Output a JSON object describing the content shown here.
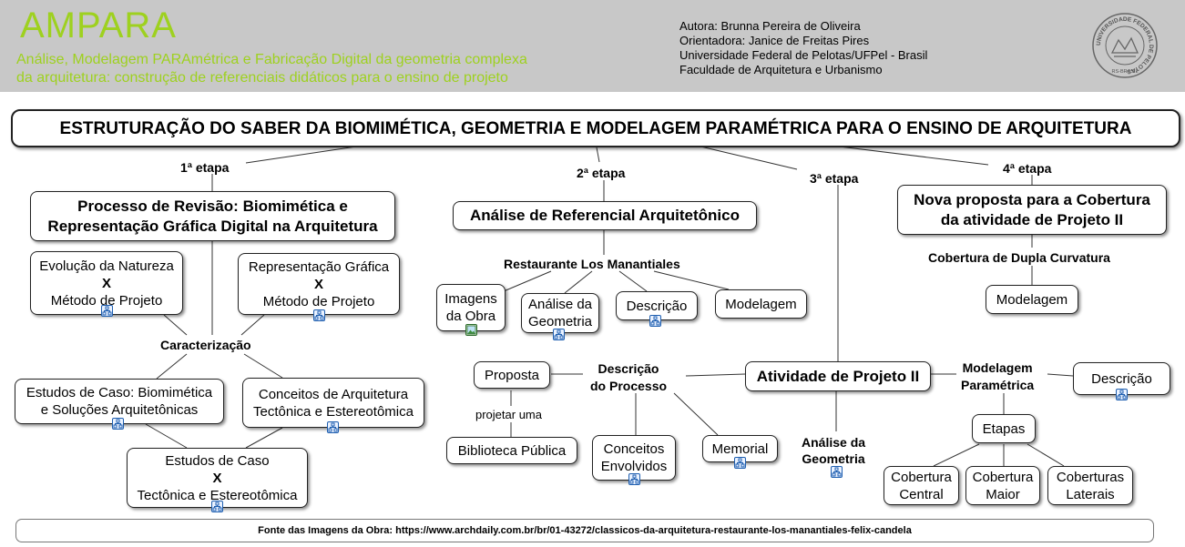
{
  "header": {
    "app_name": "AMPARA",
    "subtitle_line1": "Análise, Modelagem PARAmétrica e Fabricação Digital da geometria complexa",
    "subtitle_line2": "da arquitetura: construção de referenciais didáticos para o ensino de projeto",
    "credits": [
      "Autora: Brunna Pereira de Oliveira",
      "Orientadora: Janice de Freitas Pires",
      "Universidade Federal de Pelotas/UFPel - Brasil",
      "Faculdade de Arquitetura e Urbanismo"
    ],
    "logo_text": "UNIVERSIDADE FEDERAL DE PELOTAS",
    "logo_bottom": "RS-BRASIL"
  },
  "title": "ESTRUTURAÇÃO DO SABER DA BIOMIMÉTICA, GEOMETRIA E MODELAGEM PARAMÉTRICA PARA O ENSINO DE ARQUITETURA",
  "stages": {
    "s1": "1ª etapa",
    "s2": "2ª etapa",
    "s3": "3ª etapa",
    "s4": "4ª etapa"
  },
  "stage1": {
    "main": [
      "Processo de Revisão: Biomimética e",
      "Representação Gráfica Digital na Arquitetura"
    ],
    "evolucao": [
      "Evolução da Natureza",
      "X",
      "Método de Projeto"
    ],
    "representacao": [
      "Representação Gráfica",
      "X",
      "Método de Projeto"
    ],
    "caracterizacao": "Caracterização",
    "estudos_bio": [
      "Estudos de Caso: Biomimética",
      "e Soluções Arquitetônicas"
    ],
    "conceitos": [
      "Conceitos de Arquitetura",
      "Tectônica e Estereotômica"
    ],
    "estudos_tec": [
      "Estudos de Caso",
      "X",
      "Tectônica e Estereotômica"
    ]
  },
  "stage2": {
    "main": "Análise de Referencial Arquitetônico",
    "restaurante": "Restaurante Los Manantiales",
    "imagens": [
      "Imagens",
      "da Obra"
    ],
    "analise": [
      "Análise da",
      "Geometria"
    ],
    "descricao": "Descrição",
    "modelagem": "Modelagem"
  },
  "stage3": {
    "atividade": "Atividade de Projeto II",
    "descricao_processo": [
      "Descrição",
      "do Processo"
    ],
    "proposta": "Proposta",
    "projetar": "projetar uma",
    "biblioteca": "Biblioteca Pública",
    "conceitos": [
      "Conceitos",
      "Envolvidos"
    ],
    "memorial": "Memorial",
    "analise_geo": [
      "Análise da",
      "Geometria"
    ],
    "modelagem_param": [
      "Modelagem",
      "Paramétrica"
    ],
    "descricao": "Descrição",
    "etapas": "Etapas",
    "cob_central": [
      "Cobertura",
      "Central"
    ],
    "cob_maior": [
      "Cobertura",
      "Maior"
    ],
    "cob_laterais": [
      "Coberturas",
      "Laterais"
    ]
  },
  "stage4": {
    "main": [
      "Nova proposta para a Cobertura",
      "da atividade de Projeto II"
    ],
    "cobertura": "Cobertura de Dupla Curvatura",
    "modelagem": "Modelagem"
  },
  "footer": "Fonte das Imagens da Obra: https://www.archdaily.com.br/br/01-43272/classicos-da-arquitetura-restaurante-los-manantiales-felix-candela",
  "colors": {
    "header_bg": "#c8c8c8",
    "accent_green": "#9ed11f",
    "icon_blue": "#1f5fb0"
  },
  "icons": [
    "concept-map-icon",
    "image-icon"
  ]
}
